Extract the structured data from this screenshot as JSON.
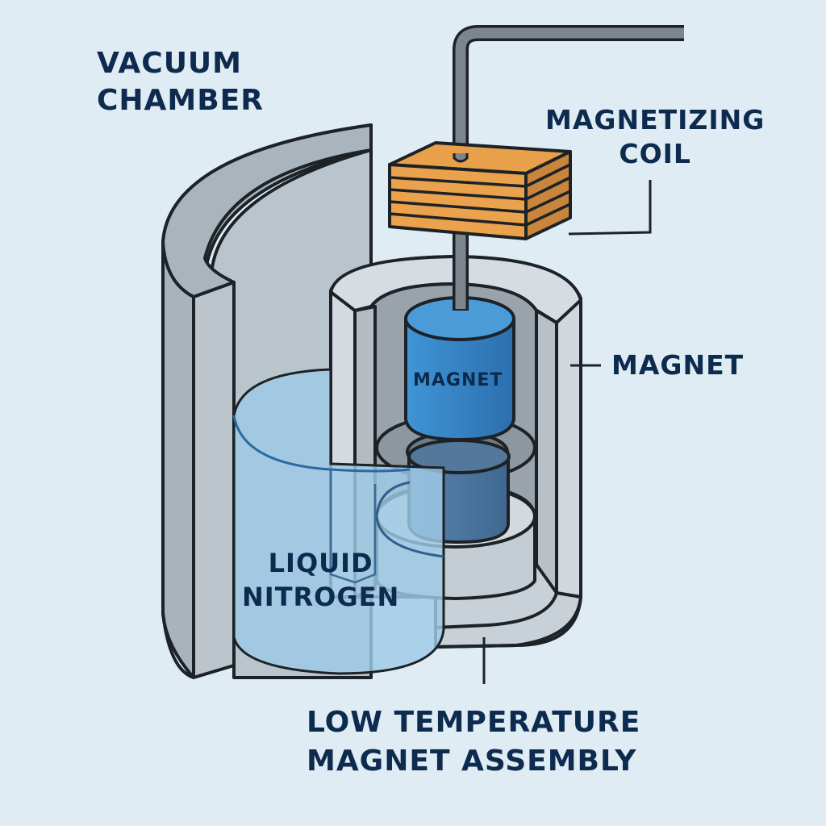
{
  "diagram": {
    "title": "Low Temperature Magnet Assembly Cross-Section",
    "labels": {
      "vacuum_chamber": [
        "VACUUM",
        "CHAMBER"
      ],
      "magnetizing_coil": [
        "MAGNETIZING",
        "COIL"
      ],
      "magnet_side": "MAGNET",
      "magnet_inner": "MAGNET",
      "liquid_nitrogen": [
        "LIQUID",
        "NITROGEN"
      ],
      "assembly": [
        "LOW TEMPERATURE",
        "MAGNET ASSEMBLY"
      ]
    },
    "components": [
      {
        "name": "vacuum-chamber",
        "description": "Outer cut-away cylindrical wall"
      },
      {
        "name": "liquid-nitrogen",
        "description": "Translucent blue coolant bath"
      },
      {
        "name": "magnetizing-coil",
        "description": "Orange stacked coil block on feed rod"
      },
      {
        "name": "feed-rod",
        "description": "Bent gray rod entering from top right"
      },
      {
        "name": "outer-cryostat-shell",
        "description": "Inner cut-away cylinder housing magnets"
      },
      {
        "name": "upper-magnet",
        "description": "Bright blue cylinder labeled MAGNET"
      },
      {
        "name": "lower-magnet",
        "description": "Dark blue cylinder under upper magnet"
      }
    ],
    "colors": {
      "background": "#dfecf3",
      "label_text": "#0d2a4f",
      "outline": "#1c2226",
      "steel_dark": "#a9b3bb",
      "steel_light": "#c9d2d8",
      "coil_orange": "#e9a04a",
      "coil_side": "#c9853c",
      "magnet_blue": "#3a8dd0",
      "lower_magnet_blue": "#4f7aa3",
      "nitrogen_blue": "#a6cde5"
    }
  }
}
